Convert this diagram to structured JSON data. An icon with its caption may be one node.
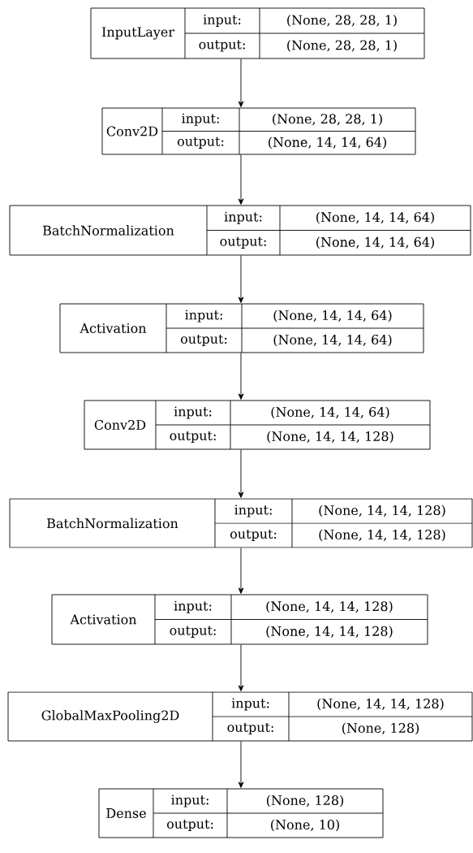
{
  "diagram": {
    "nodes": [
      {
        "text": [
          "InputLayer",
          "input:",
          "(None, 28, 28, 1)",
          "output:",
          "(None, 28, 28, 1)"
        ]
      },
      {
        "text": [
          "Conv2D",
          "input:",
          "(None, 28, 28, 1)",
          "output:",
          "(None, 14, 14, 64)"
        ]
      },
      {
        "text": [
          "BatchNormalization",
          "input:",
          "(None, 14, 14, 64)",
          "output:",
          "(None, 14, 14, 64)"
        ]
      },
      {
        "text": [
          "Activation",
          "input:",
          "(None, 14, 14, 64)",
          "output:",
          "(None, 14, 14, 64)"
        ]
      },
      {
        "text": [
          "Conv2D",
          "input:",
          "(None, 14, 14, 64)",
          "output:",
          "(None, 14, 14, 128)"
        ]
      },
      {
        "text": [
          "BatchNormalization",
          "input:",
          "(None, 14, 14, 128)",
          "output:",
          "(None, 14, 14, 128)"
        ]
      },
      {
        "text": [
          "Activation",
          "input:",
          "(None, 14, 14, 128)",
          "output:",
          "(None, 14, 14, 128)"
        ]
      },
      {
        "text": [
          "GlobalMaxPooling2D",
          "input:",
          "(None, 14, 14, 128)",
          "output:",
          "(None, 128)"
        ]
      },
      {
        "text": [
          "Dense",
          "input:",
          "(None, 128)",
          "output:",
          "(None, 10)"
        ]
      }
    ],
    "edges": [
      {
        "from": 0,
        "to": 1,
        "arrow": "to"
      },
      {
        "from": 1,
        "to": 2,
        "arrow": "to"
      },
      {
        "from": 2,
        "to": 3,
        "arrow": "to"
      },
      {
        "from": 3,
        "to": 4,
        "arrow": "to"
      },
      {
        "from": 4,
        "to": 5,
        "arrow": "to"
      },
      {
        "from": 5,
        "to": 6,
        "arrow": "to"
      },
      {
        "from": 6,
        "to": 7,
        "arrow": "to"
      },
      {
        "from": 7,
        "to": 8,
        "arrow": "to"
      }
    ]
  }
}
